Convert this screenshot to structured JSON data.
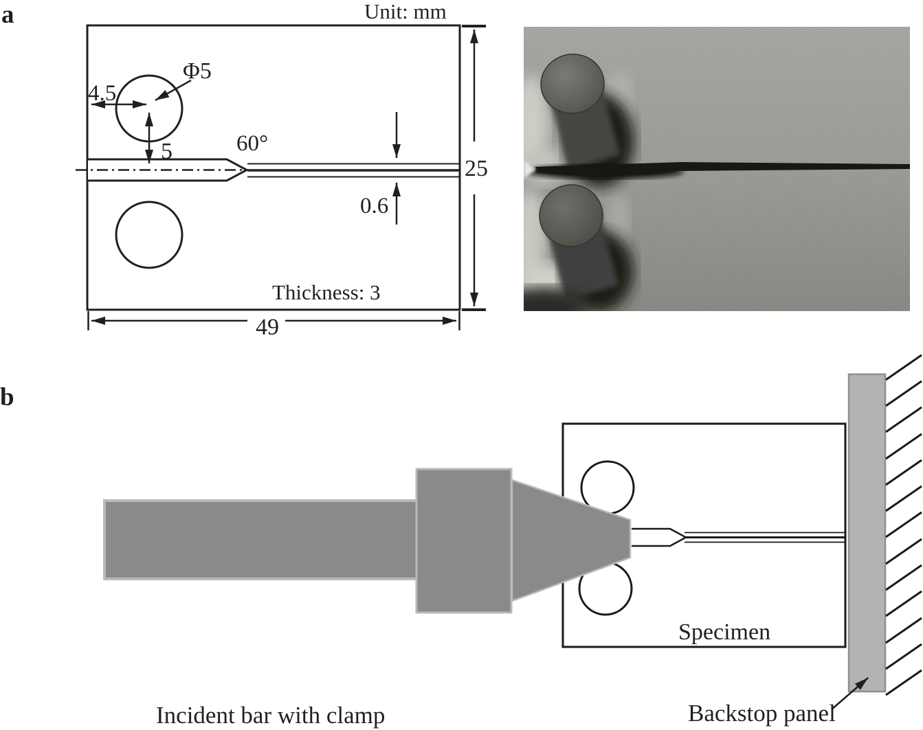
{
  "figure": {
    "panel_a": {
      "label": "a",
      "unit_note": "Unit: mm",
      "drawing": {
        "hole_diameter_label": "Φ5",
        "hole_horizontal_offset": "4.5",
        "hole_vertical_offset": "5",
        "notch_angle": "60°",
        "notch_tip_width": "0.6",
        "specimen_height": "25",
        "specimen_width": "49",
        "thickness_note": "Thickness: 3"
      }
    },
    "panel_b": {
      "label": "b",
      "specimen_label": "Specimen",
      "backstop_label": "Backstop panel",
      "incident_bar_label": "Incident bar with clamp"
    },
    "colors": {
      "line": "#231f20",
      "bar_fill": "#8a8a8a",
      "bar_border": "#b9b9b9",
      "backstop_fill": "#b3b3b3",
      "photo_base": "#8b8e89"
    }
  }
}
